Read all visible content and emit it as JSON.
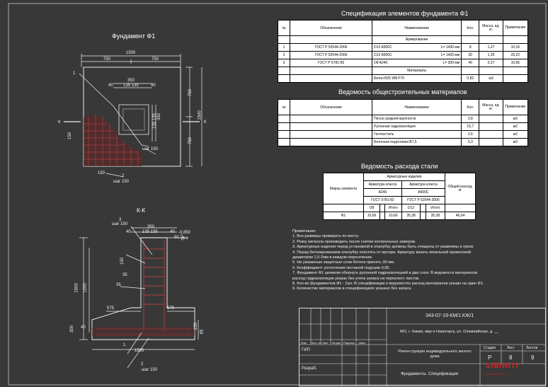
{
  "plan": {
    "title": "Фундамент Ф1",
    "dims": {
      "total_width": "1500",
      "half_left": "750",
      "half_right": "750",
      "depth_total": "1500",
      "depth_upper": "750",
      "depth_lower": "750",
      "col_width": "350",
      "col_parts": "135 135",
      "offset_a": "40",
      "offset_b": "40",
      "rebar_step_dim": "150",
      "h150": "150",
      "bot150": "150"
    },
    "callouts": {
      "mark1": "1",
      "mark2": "2",
      "step1": "шаг 150",
      "step2": "шаг 150"
    },
    "cut_letter": "К"
  },
  "section": {
    "title": "К-К",
    "dims": {
      "col_width": "350",
      "col_parts": "135 135",
      "offset_a": "40",
      "offset_b": "40",
      "d50": "50",
      "h150": "150",
      "h35a": "35",
      "h35b": "35",
      "h1500": "1500",
      "h1200": "1200",
      "base_left": "575",
      "base_right": "575",
      "base_h": "300",
      "base_off": "40",
      "base_w": "1500",
      "h235": "235",
      "h65": "65"
    },
    "level": "-0,850",
    "level_label": "ур.з",
    "callouts": {
      "mark3": "3",
      "step3": "шаг 150",
      "mark1": "1",
      "mark2": "2",
      "step2": "шаг 150"
    }
  },
  "spec": {
    "title": "Спецификация элементов фундамента Ф1",
    "headers": {
      "n": "№",
      "mark": "Обозначение",
      "name": "Наименование",
      "qty": "Кол.",
      "mass": "Масса, ед. кг.",
      "note": "Примечание"
    },
    "group1": "Армирование",
    "rows": [
      {
        "n": "1",
        "mark": "ГОСТ Р 52544-2006",
        "name": "D12 A500C",
        "len": "L= 1430 мм",
        "qty": "8",
        "mass": "1,27",
        "note": "10,16"
      },
      {
        "n": "2",
        "mark": "ГОСТ Р 52544-2006",
        "name": "D12 A500C",
        "len": "L= 1420 мм",
        "qty": "20",
        "mass": "1,26",
        "note": "25,22"
      },
      {
        "n": "3",
        "mark": "ГОСТ Р 5781-82",
        "name": "D8 A240",
        "len": "L= 300 мм",
        "qty": "40",
        "mass": "0,27",
        "note": "10,66"
      }
    ],
    "group2": "Материалы",
    "mat_row": {
      "name": "Бетон B25 W8 F75",
      "qty": "0,82",
      "mass": "м3"
    }
  },
  "materials": {
    "title": "Ведомость общестроительных материалов",
    "headers": {
      "n": "№",
      "mark": "Обозначение",
      "name": "Наименование",
      "qty": "Кол.",
      "mass": "Масса, ед. кг.",
      "note": "Примечание"
    },
    "rows": [
      {
        "name": "Песок средней крупности",
        "qty": "3,8",
        "note": "м3"
      },
      {
        "name": "Рулонная гидроизоляция",
        "qty": "15,7",
        "note": "м2"
      },
      {
        "name": "Геотекстиль",
        "qty": "2,6",
        "note": "м2"
      },
      {
        "name": "Бетонная подготовка B7,5",
        "qty": "0,3",
        "note": "м3"
      }
    ]
  },
  "steel": {
    "title": "Ведомость расхода стали",
    "headers": {
      "element": "Марка элемента",
      "products": "Арматурные изделия",
      "class": "Арматура класса",
      "a240": "А240",
      "a500": "А500С",
      "gost1": "ГОСТ 5781-82",
      "gost2": "ГОСТ Р 52544-2006",
      "d8": "D8",
      "total1": "Итого",
      "d12": "D12",
      "total2": "Итого",
      "grand": "Общий расход, кг"
    },
    "row": {
      "element": "Ф1",
      "d8": "10,66",
      "total1": "10,66",
      "d12": "35,38",
      "total2": "35,38",
      "grand": "46,04"
    }
  },
  "notes": {
    "heading": "Примечание:",
    "items": [
      "1. Все размеры проверить по месту.",
      "2. Резку металла производить после снятия контрольных замеров.",
      "3. Арматурные изделия перед установкой в опалубку должны быть очищены от ржавчины и грязи.",
      "4. Перед бетонированием опалубку очистить от мусора. Арматуру вязать вязальной проволокой",
      "диаметром 1,5-2мм в каждом пересечении.",
      "5. Не указанные защитные слои бетона принять 30 мм.",
      "6. Коэффициент уплотнения песчаной подушки 0,95.",
      "7. Фундамент Ф1 целиком обернуть рулонной гидроизоляцией в два слоя. В ведомости материалов",
      " расход гидроизоляции указан без учета запаса на перехлест листов.",
      "8. Кол-во фундаментов Ф1 - 2шт. В спецификации и ведомостях расход материалов указан на один Ф1.",
      "9. Количество материалов в спецификациях указано без запаса."
    ]
  },
  "stamp": {
    "code": "343-07-19-КМ/1.КЖ/1",
    "address": "МО, г. Химки, мкр-н Новогорск, ул. Олимпийская, д. __",
    "cols": {
      "izm": "Изм.",
      "kol": "Кол. уч.",
      "list": "Лист",
      "ndoc": "№ док.",
      "podp": "Подпись",
      "data": "Дата"
    },
    "gip": "ГИП",
    "razrab": "Разраб.",
    "project": "Реконструкция индивидуального жилого дома",
    "sheet_name": "Фундаменты. Спецификации",
    "stage_label": "Стадия",
    "list_label": "Лист",
    "lists_label": "Листов",
    "stage": "Р",
    "list": "8",
    "lists": "9",
    "logo": "SIBIRITI",
    "logo_sub": "www.sibiriti.ru"
  }
}
